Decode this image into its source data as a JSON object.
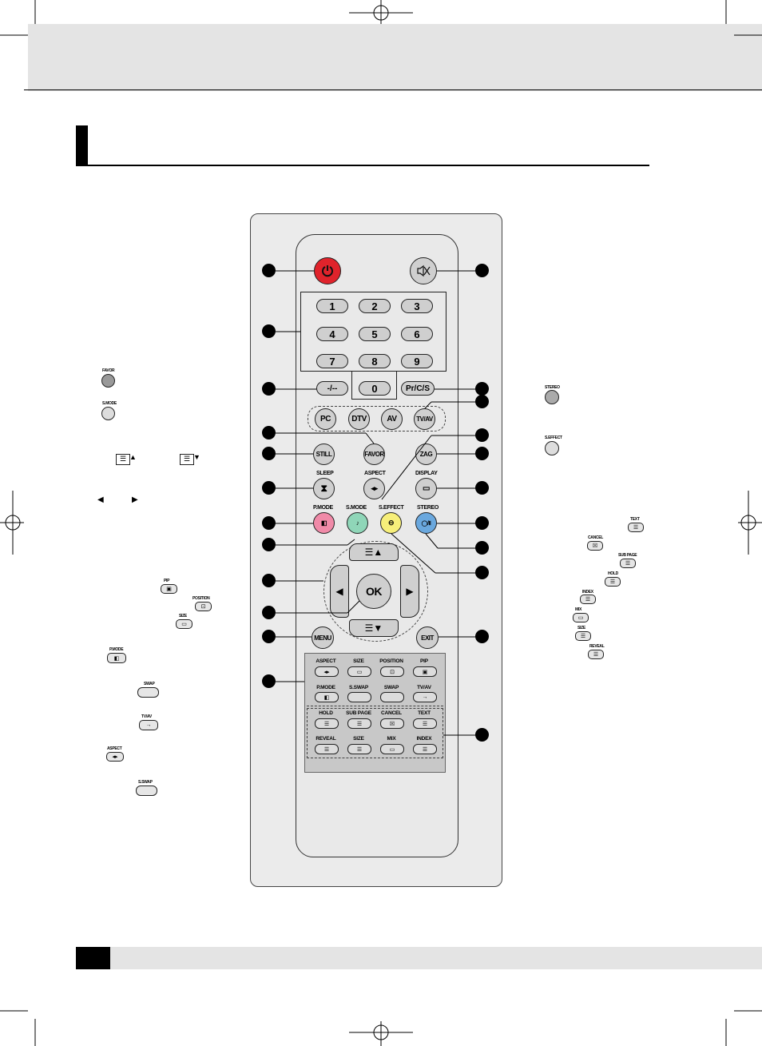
{
  "remote": {
    "numbers": [
      "1",
      "2",
      "3",
      "4",
      "5",
      "6",
      "7",
      "8",
      "9",
      "0"
    ],
    "dash_key": "-/--",
    "prcs_key": "Pr/C/S",
    "source_keys": [
      "PC",
      "DTV",
      "AV",
      "TV/AV"
    ],
    "still": "STILL",
    "favor": "FAVOR",
    "zag": "ZAG",
    "sleep": "SLEEP",
    "aspect": "ASPECT",
    "display": "DISPLAY",
    "pmode": "P.MODE",
    "smode": "S.MODE",
    "seffect": "S.EFFECT",
    "stereo": "STEREO",
    "ok": "OK",
    "menu": "MENU",
    "exit": "EXIT",
    "pip_row1": [
      "ASPECT",
      "SIZE",
      "POSITION",
      "PIP"
    ],
    "pip_row2": [
      "P.MODE",
      "S.SWAP",
      "SWAP",
      "TV/AV"
    ],
    "ttx_row1": [
      "HOLD",
      "SUB PAGE",
      "CANCEL",
      "TEXT"
    ],
    "ttx_row2": [
      "REVEAL",
      "SIZE",
      "MIX",
      "INDEX"
    ]
  },
  "left_icons": {
    "favor_lbl": "FAVOR",
    "smode_lbl": "S.MODE",
    "pip": "PIP",
    "position": "POSITION",
    "size": "SIZE",
    "pmode": "P.MODE",
    "swap": "SWAP",
    "tvav": "TV/AV",
    "aspect": "ASPECT",
    "sswap": "S.SWAP"
  },
  "right_icons": {
    "stereo": "STEREO",
    "seffect": "S.EFFECT",
    "text": "TEXT",
    "cancel": "CANCEL",
    "subpage": "SUB PAGE",
    "hold": "HOLD",
    "index": "INDEX",
    "mix": "MIX",
    "size": "SIZE",
    "reveal": "REVEAL"
  }
}
